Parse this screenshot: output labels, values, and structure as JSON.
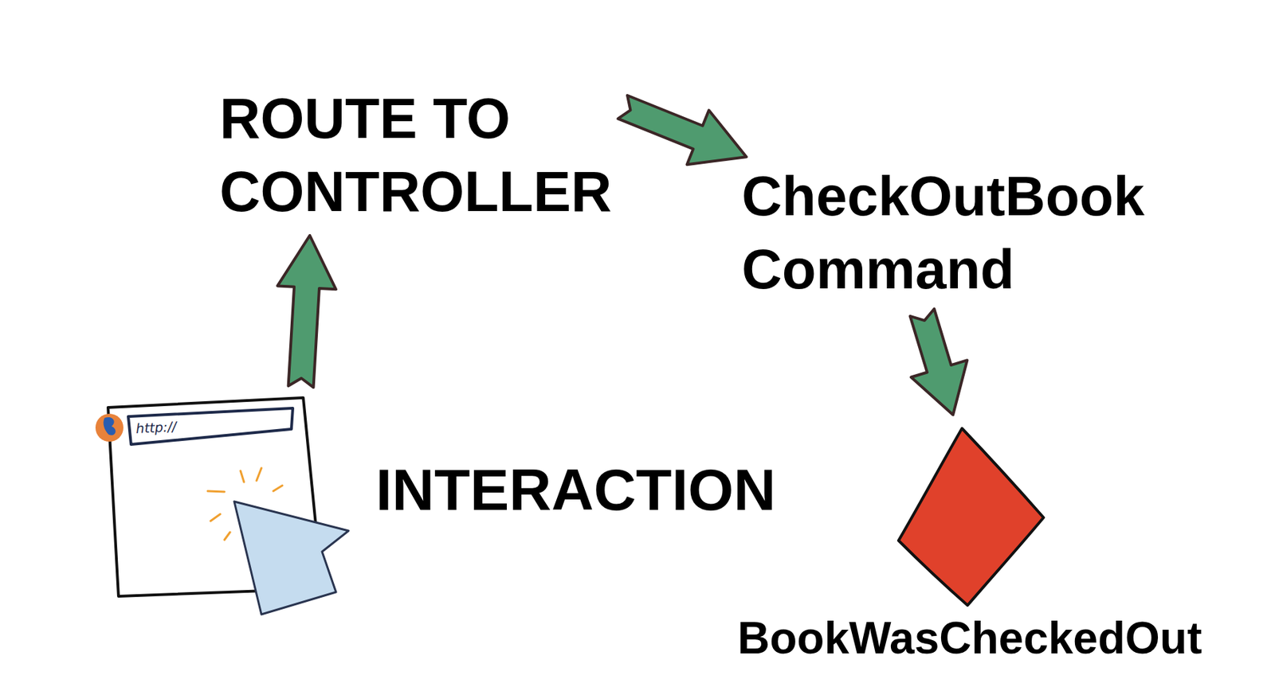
{
  "diagram": {
    "nodes": [
      {
        "text": [
          "INTERACTION"
        ]
      },
      {
        "text": [
          "ROUTE TO CONTROLLER"
        ]
      },
      {
        "text": [
          "CheckOutBook Command"
        ]
      },
      {
        "text": [
          "BookWasCheckedOut"
        ]
      }
    ],
    "edges": [
      {
        "from": 0,
        "to": 1,
        "arrow": "to"
      },
      {
        "from": 1,
        "to": 2,
        "arrow": "to"
      },
      {
        "from": 2,
        "to": 3,
        "arrow": "to"
      }
    ],
    "labels": [
      "http://"
    ]
  }
}
